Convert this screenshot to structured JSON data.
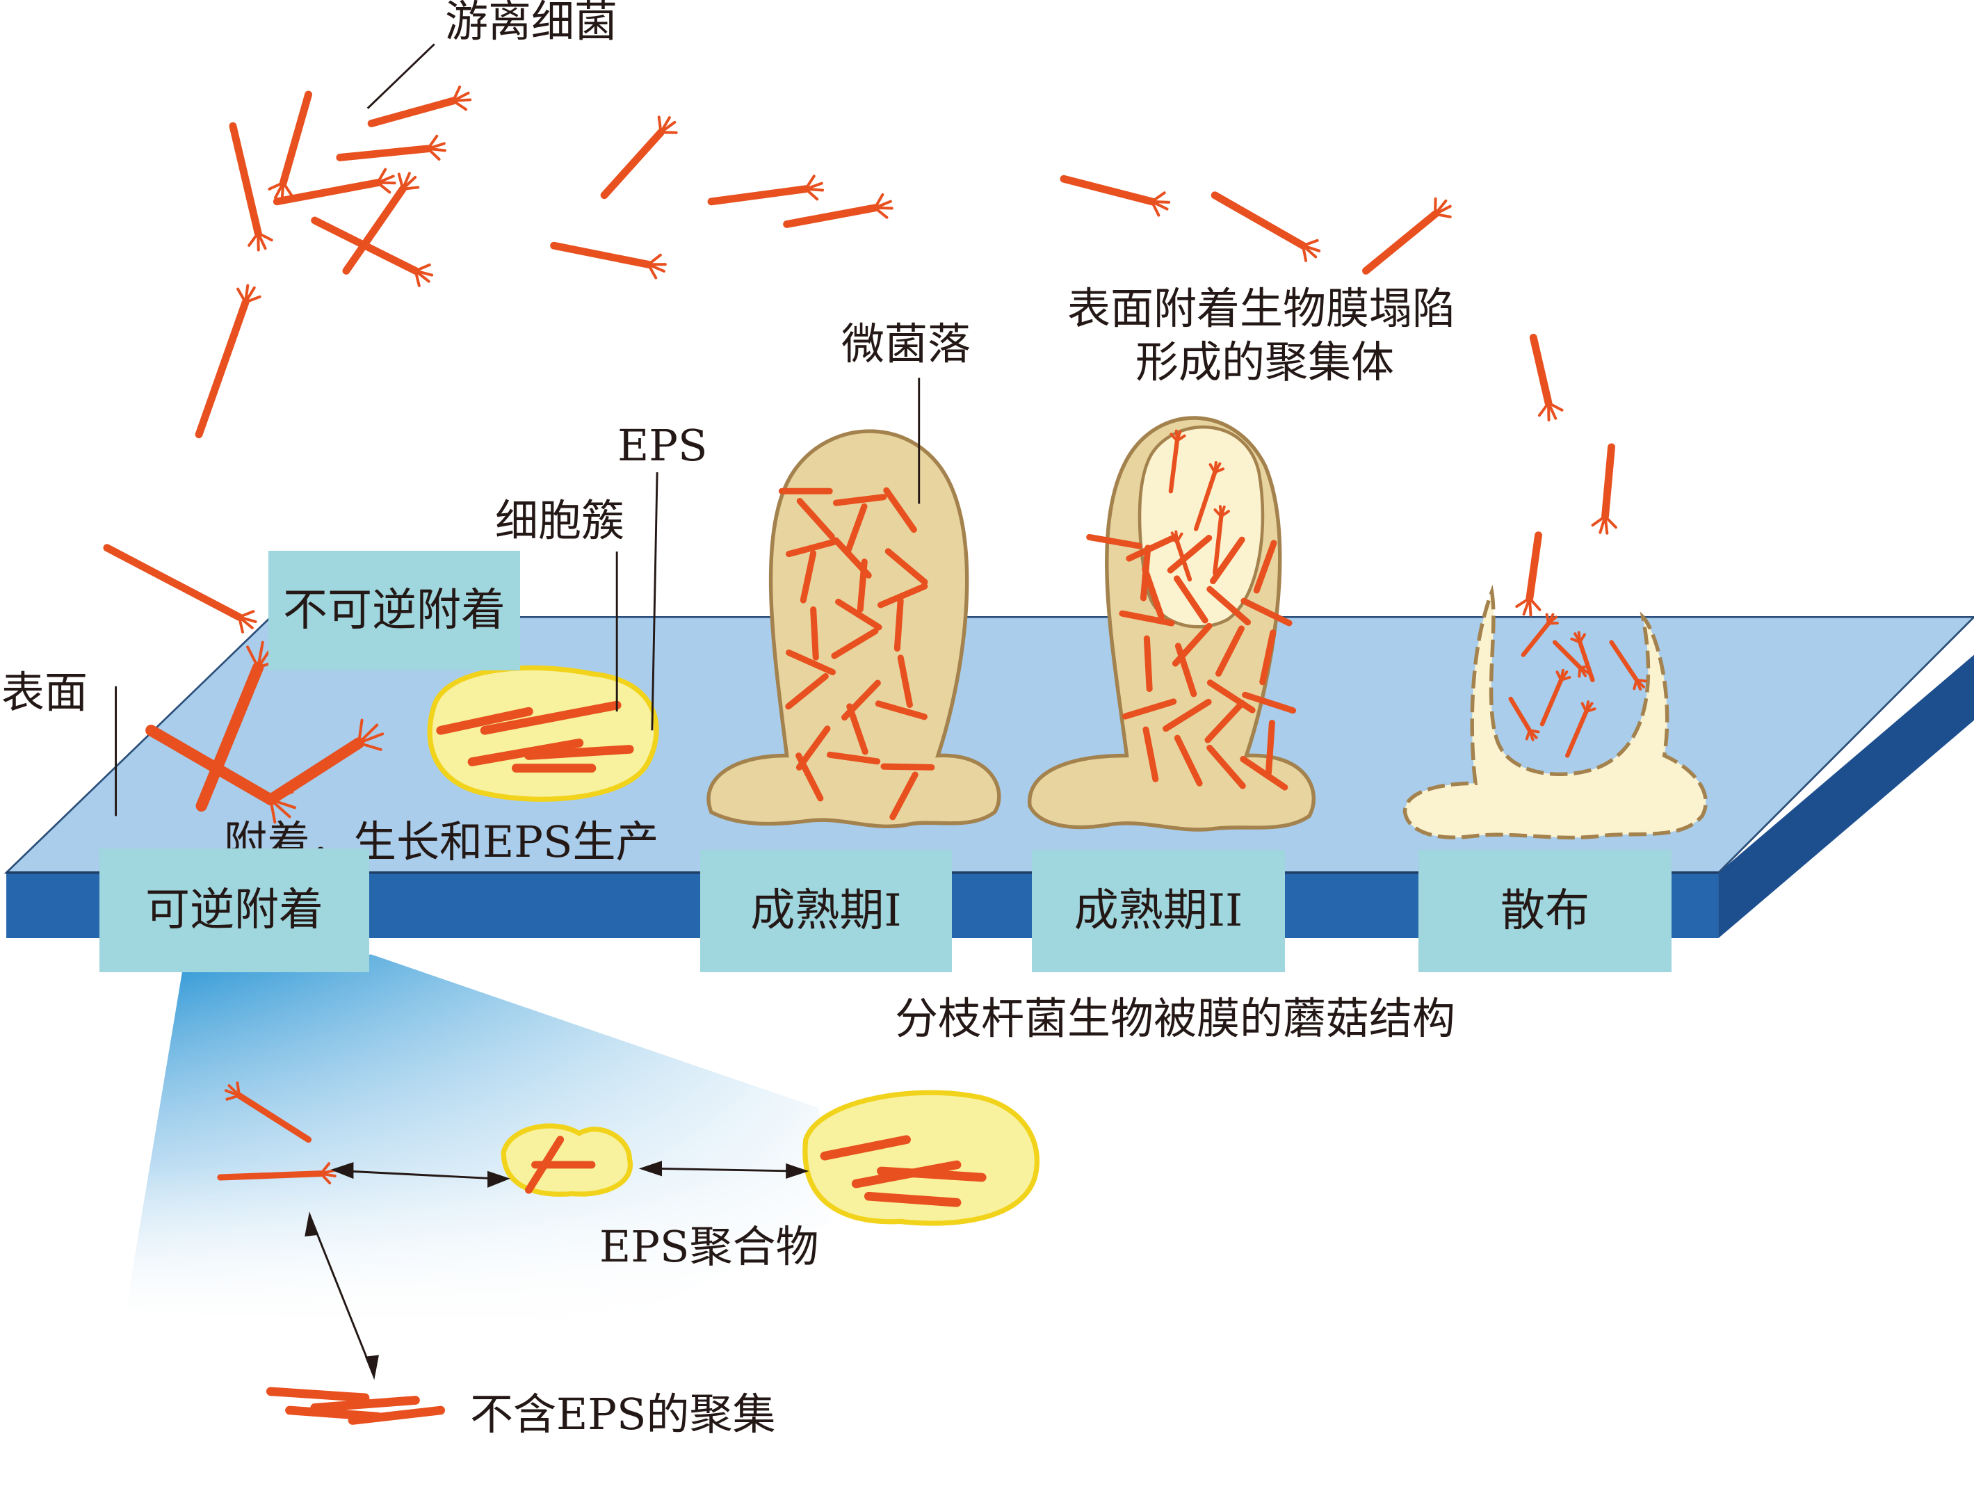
{
  "labels": {
    "planktonic": "游离细菌",
    "surface": "表面",
    "irreversible": "不可逆附着",
    "cell_cluster": "细胞簇",
    "eps": "EPS",
    "microcolony": "微菌落",
    "collapse_line1": "表面附着生物膜塌陷",
    "collapse_line2": "形成的聚集体",
    "attach_growth": "附着，生长和EPS生产",
    "reversible": "可逆附着",
    "maturation1": "成熟期I",
    "maturation2": "成熟期II",
    "dispersal": "散布",
    "mushroom": "分枝杆菌生物被膜的蘑菇结构",
    "eps_polymer": "EPS聚合物",
    "no_eps": "不含EPS的聚集"
  },
  "colors": {
    "bacteria": "#e8501f",
    "surface_top": "#a9cdea",
    "surface_edge": "#2566ad",
    "stage_box": "#a0d6de",
    "biofilm": "#e7d49f",
    "biofilm_outline": "#a4824e",
    "dispersal_fill": "#fbf2cf",
    "cluster_fill": "#f8f19e",
    "cluster_outline": "#f2d31c",
    "gradient": "#1d8fd2"
  },
  "icons": {
    "bacterium": "rod-bacterium-icon",
    "arrow": "double-arrow-icon"
  }
}
